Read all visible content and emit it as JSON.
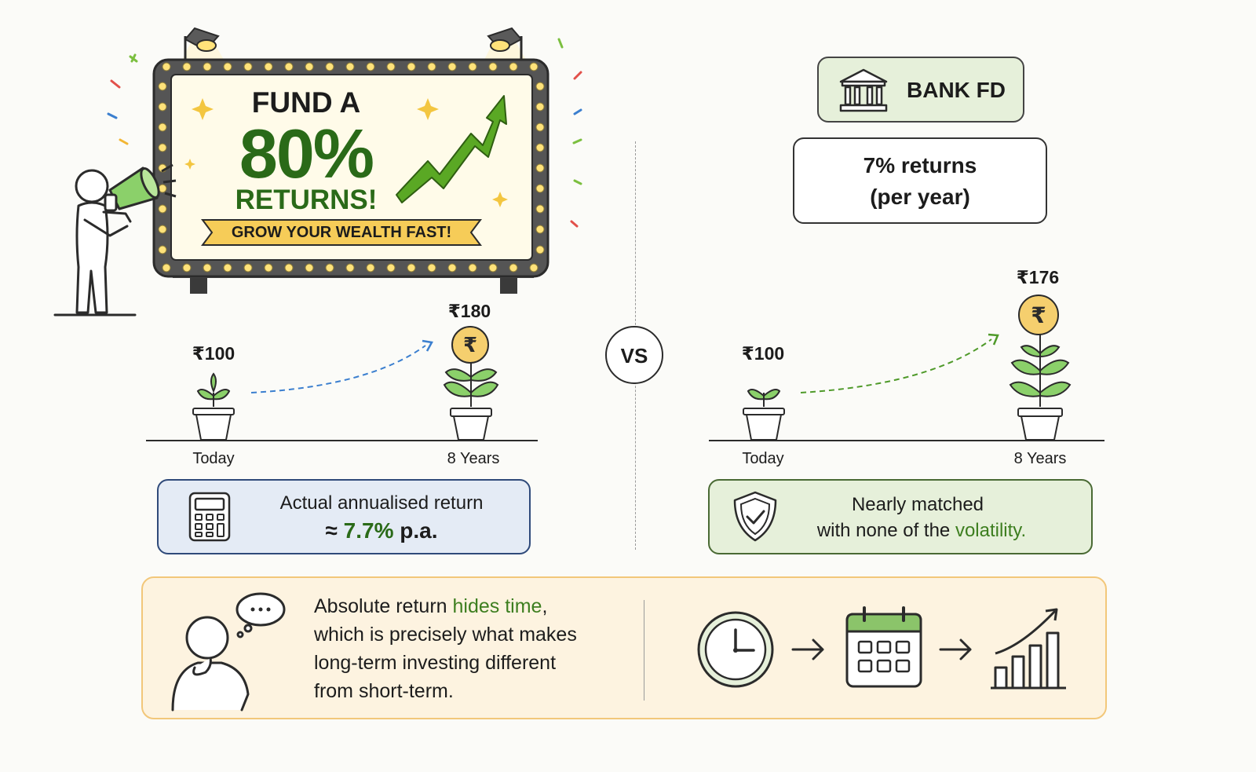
{
  "billboard": {
    "line1": "FUND A",
    "line2": "80%",
    "line3": "RETURNS!",
    "ribbon": "GROW YOUR WEALTH FAST!"
  },
  "comparison": {
    "divider_label": "VS",
    "fund": {
      "today_amount": "₹100",
      "future_amount": "₹180",
      "today_label": "Today",
      "future_label": "8 Years",
      "summary_line1": "Actual annualised return",
      "summary_prefix": "≈",
      "summary_value": "7.7%",
      "summary_suffix": "p.a."
    },
    "bank": {
      "title": "BANK FD",
      "rate_line1": "7% returns",
      "rate_line2": "(per year)",
      "today_amount": "₹100",
      "future_amount": "₹176",
      "today_label": "Today",
      "future_label": "8 Years",
      "summary_line1": "Nearly matched",
      "summary_line2_prefix": "with none of the",
      "summary_highlight": "volatility."
    }
  },
  "takeaway": {
    "prefix": "Absolute return",
    "highlight": "hides time",
    "comma": ",",
    "line2": "which is precisely what makes",
    "line3": "long-term investing different",
    "line4": "from short-term.",
    "bubble": "..."
  },
  "icons": [
    "megaphone-icon",
    "bank-icon",
    "calculator-icon",
    "shield-check-icon",
    "clock-icon",
    "calendar-icon",
    "bar-chart-icon",
    "rupee-coin-icon",
    "plant-icon",
    "spotlight-icon"
  ],
  "colors": {
    "accent_green": "#3d7e1f",
    "dark_green": "#2a6a18",
    "fund_card_bg": "#e4ebf5",
    "fund_card_border": "#2f4a7a",
    "bank_card_bg": "#e6f0da",
    "takeaway_bg": "#fdf3e0",
    "takeaway_border": "#f2c77a",
    "ribbon_yellow": "#f6cc58",
    "coin_gold": "#f5cf6e"
  }
}
